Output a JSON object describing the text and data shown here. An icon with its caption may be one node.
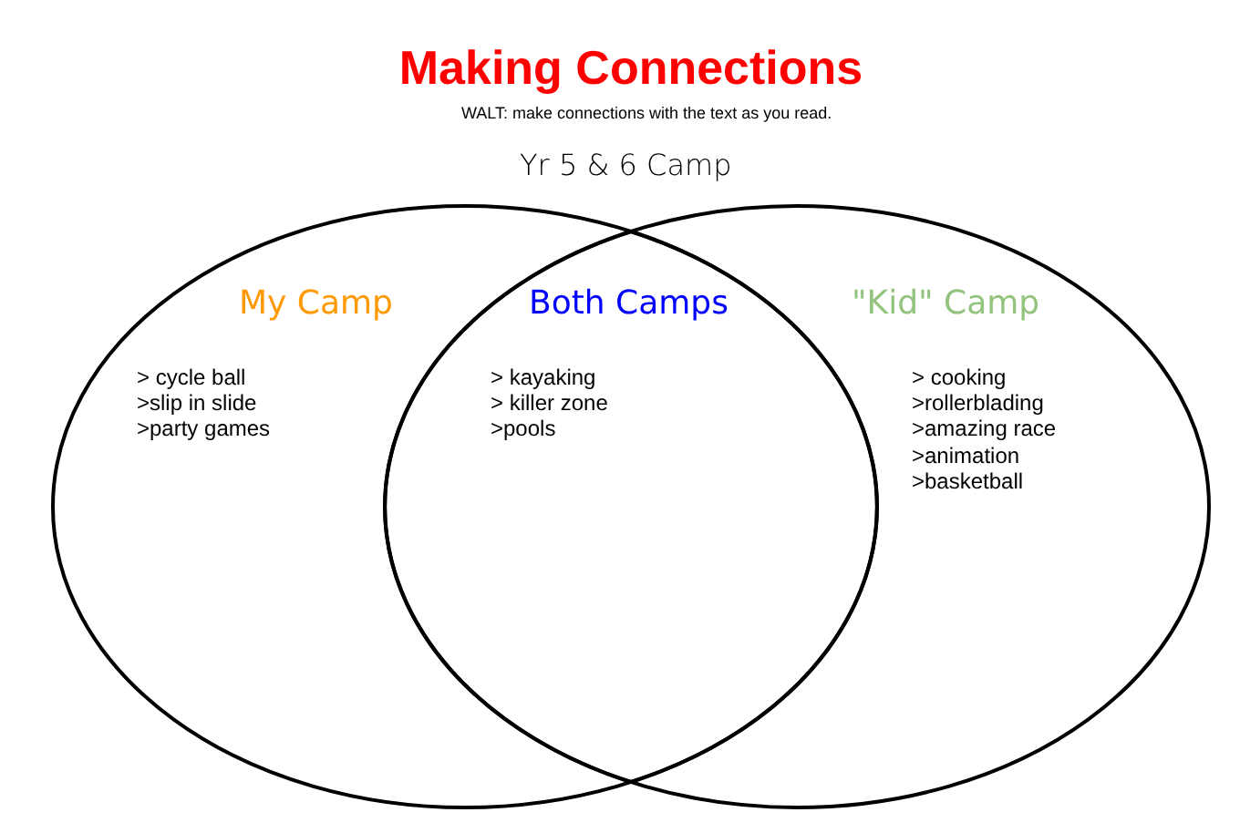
{
  "diagram": {
    "title": "Making Connections",
    "nodes": [
      {
        "text": [
          "My Camp",
          "> cycle ball",
          ">slip in slide",
          ">party games"
        ]
      },
      {
        "text": [
          "Both Camps",
          "> kayaking",
          "> killer zone",
          ">pools"
        ]
      },
      {
        "text": [
          "\"Kid\" Camp",
          "> cooking",
          ">rollerblading",
          ">amazing race",
          ">animation",
          ">basketball"
        ]
      }
    ],
    "labels": [
      "WALT: make connections with the text as you read.",
      "Yr 5 & 6 Camp"
    ]
  }
}
